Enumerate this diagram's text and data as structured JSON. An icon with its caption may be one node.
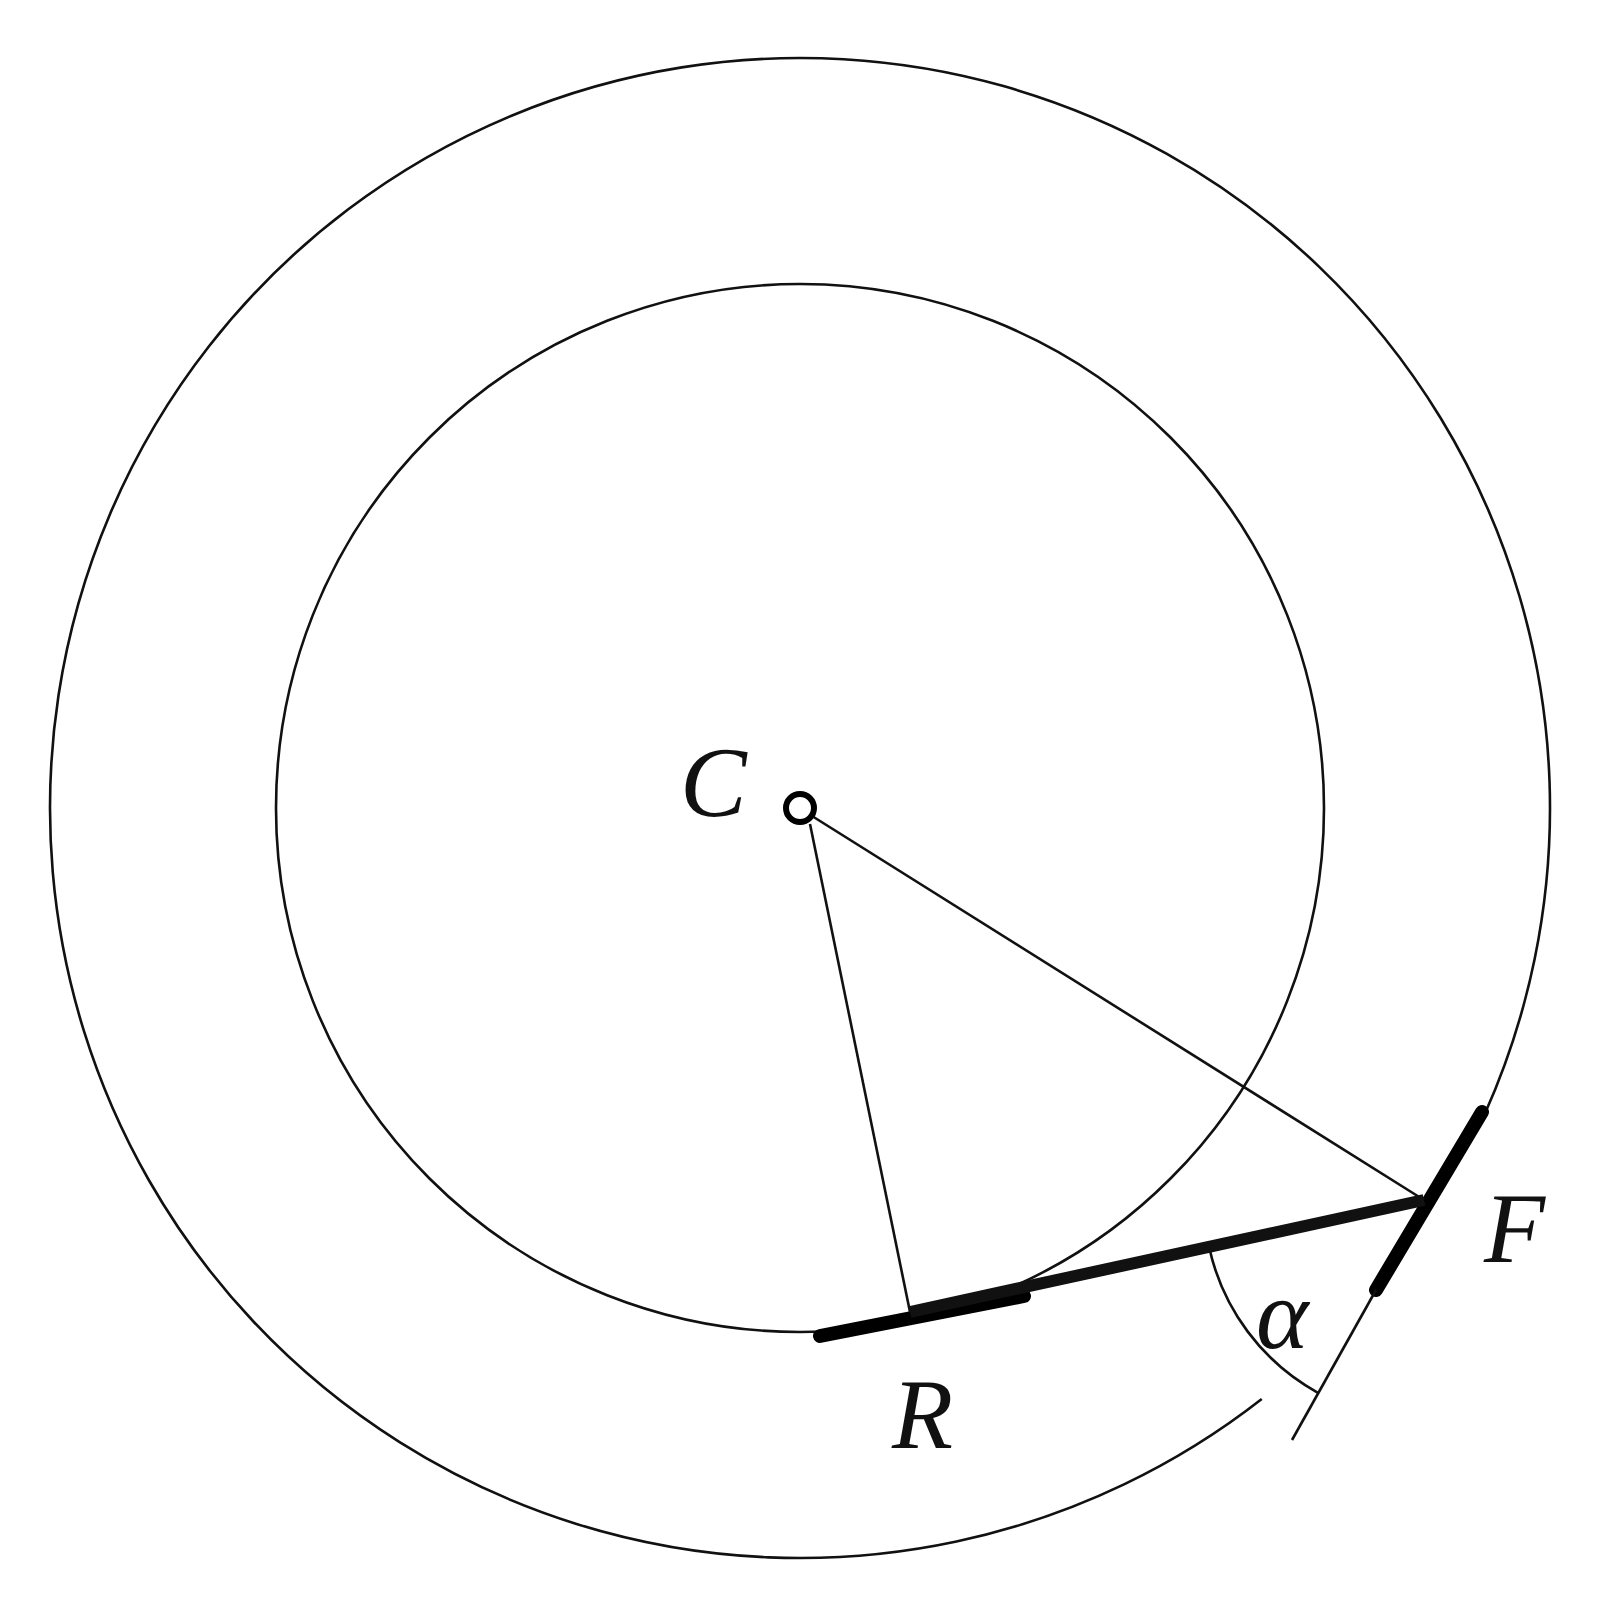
{
  "diagram": {
    "nodes": [
      {
        "text": [
          "C"
        ]
      },
      {
        "text": [
          "R"
        ]
      },
      {
        "text": [
          "F"
        ]
      }
    ],
    "edges": [
      {
        "from": 0,
        "to": 1,
        "arrow": "none"
      },
      {
        "from": 0,
        "to": 2,
        "arrow": "none"
      },
      {
        "from": 1,
        "to": 2,
        "arrow": "none",
        "style": "thick"
      }
    ],
    "labels": [
      "α"
    ]
  }
}
